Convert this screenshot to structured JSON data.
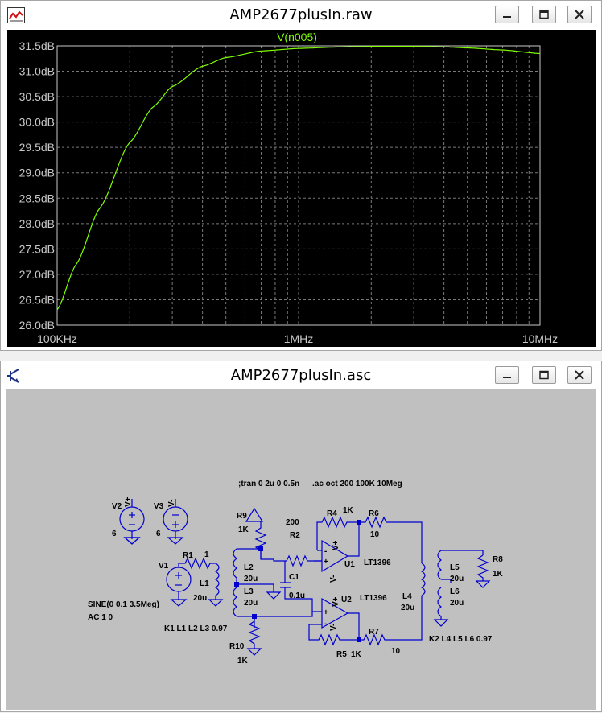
{
  "waveform_window": {
    "title": "AMP2677plusIn.raw",
    "icon": "waveform-viewer-icon",
    "controls": [
      "minimize-icon",
      "maximize-icon",
      "close-icon"
    ]
  },
  "chart_data": {
    "type": "line",
    "title": "V(n005)",
    "xscale": "log",
    "xlim": [
      100000,
      10000000
    ],
    "ylim": [
      26.0,
      31.5
    ],
    "grid": true,
    "background": "#000000",
    "trace_color": "#7fff00",
    "x_tick_labels": [
      "100KHz",
      "1MHz",
      "10MHz"
    ],
    "y_tick_labels": [
      "31.5dB",
      "31.0dB",
      "30.5dB",
      "30.0dB",
      "29.5dB",
      "29.0dB",
      "28.5dB",
      "28.0dB",
      "27.5dB",
      "27.0dB",
      "26.5dB",
      "26.0dB"
    ],
    "series": [
      {
        "name": "V(n005)",
        "x": [
          100000,
          120000,
          150000,
          200000,
          250000,
          300000,
          400000,
          500000,
          700000,
          1000000,
          1500000,
          2000000,
          3000000,
          4000000,
          5000000,
          7000000,
          10000000
        ],
        "y": [
          26.3,
          27.2,
          28.3,
          29.6,
          30.3,
          30.7,
          31.1,
          31.27,
          31.4,
          31.45,
          31.48,
          31.49,
          31.49,
          31.48,
          31.46,
          31.42,
          31.35
        ]
      }
    ]
  },
  "schematic_window": {
    "title": "AMP2677plusIn.asc",
    "icon": "schematic-editor-icon",
    "controls": [
      "minimize-icon",
      "maximize-icon",
      "close-icon"
    ],
    "directives": {
      "tran": ";tran 0 2u 0 0.5n",
      "ac": ".ac oct 200 100K 10Meg"
    },
    "components": {
      "v2": "V2",
      "v2_val": "6",
      "v2_net": "V+",
      "v3": "V3",
      "v3_val": "6",
      "v3_net": "V-",
      "v1": "V1",
      "v1_sine": "SINE(0 0.1 3.5Meg)",
      "v1_ac": "AC 1 0",
      "r1": "R1",
      "r1_val": "1",
      "l1": "L1",
      "l1_val": "20u",
      "l2": "L2",
      "l2_val": "20u",
      "l3": "L3",
      "l3_val": "20u",
      "r9": "R9",
      "r9_val": "1K",
      "r2": "R2",
      "r2_val": "200",
      "r4": "R4",
      "r4_val": "1K",
      "r6": "R6",
      "r6_val": "10",
      "c1": "C1",
      "c1_val": "0.1u",
      "u1": "U1",
      "u1_model": "LT1396",
      "u2": "U2",
      "u2_model": "LT1396",
      "r10": "R10",
      "r10_val": "1K",
      "r5": "R5",
      "r5_val": "1K",
      "r7": "R7",
      "r7_val": "10",
      "l4": "L4",
      "l4_val": "20u",
      "l5": "L5",
      "l5_val": "20u",
      "l6": "L6",
      "l6_val": "20u",
      "r8": "R8",
      "r8_val": "1K",
      "k1": "K1 L1 L2 L3 0.97",
      "k2": "K2 L4 L5 L6 0.97",
      "pin_vp": "V+",
      "pin_vm": "V-",
      "plus": "+",
      "minus": "-"
    }
  }
}
